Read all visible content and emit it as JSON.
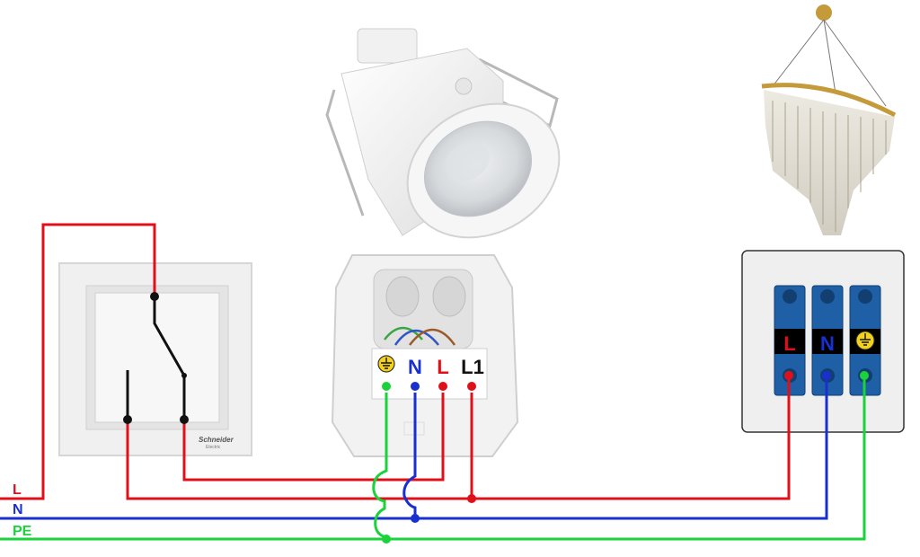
{
  "bus_labels": {
    "line": "L",
    "neutral": "N",
    "earth": "PE"
  },
  "sensor_terminals": {
    "earth": "⏚",
    "neutral": "N",
    "line": "L",
    "load": "L1"
  },
  "junction_terminals": {
    "line": "L",
    "neutral": "N",
    "earth": "⏚"
  },
  "switch_brand": "Schneider",
  "switch_brand_sub": "Electric",
  "colors": {
    "line": "#e0101a",
    "neutral": "#1a2fd0",
    "earth": "#1ad23a",
    "terminal_block": "#1f5fa6",
    "switch_body": "#eeeeee",
    "device_body": "#f4f4f4"
  },
  "icons": [
    "motion-sensor-icon",
    "chandelier-icon",
    "wall-switch-icon",
    "junction-box-icon"
  ]
}
